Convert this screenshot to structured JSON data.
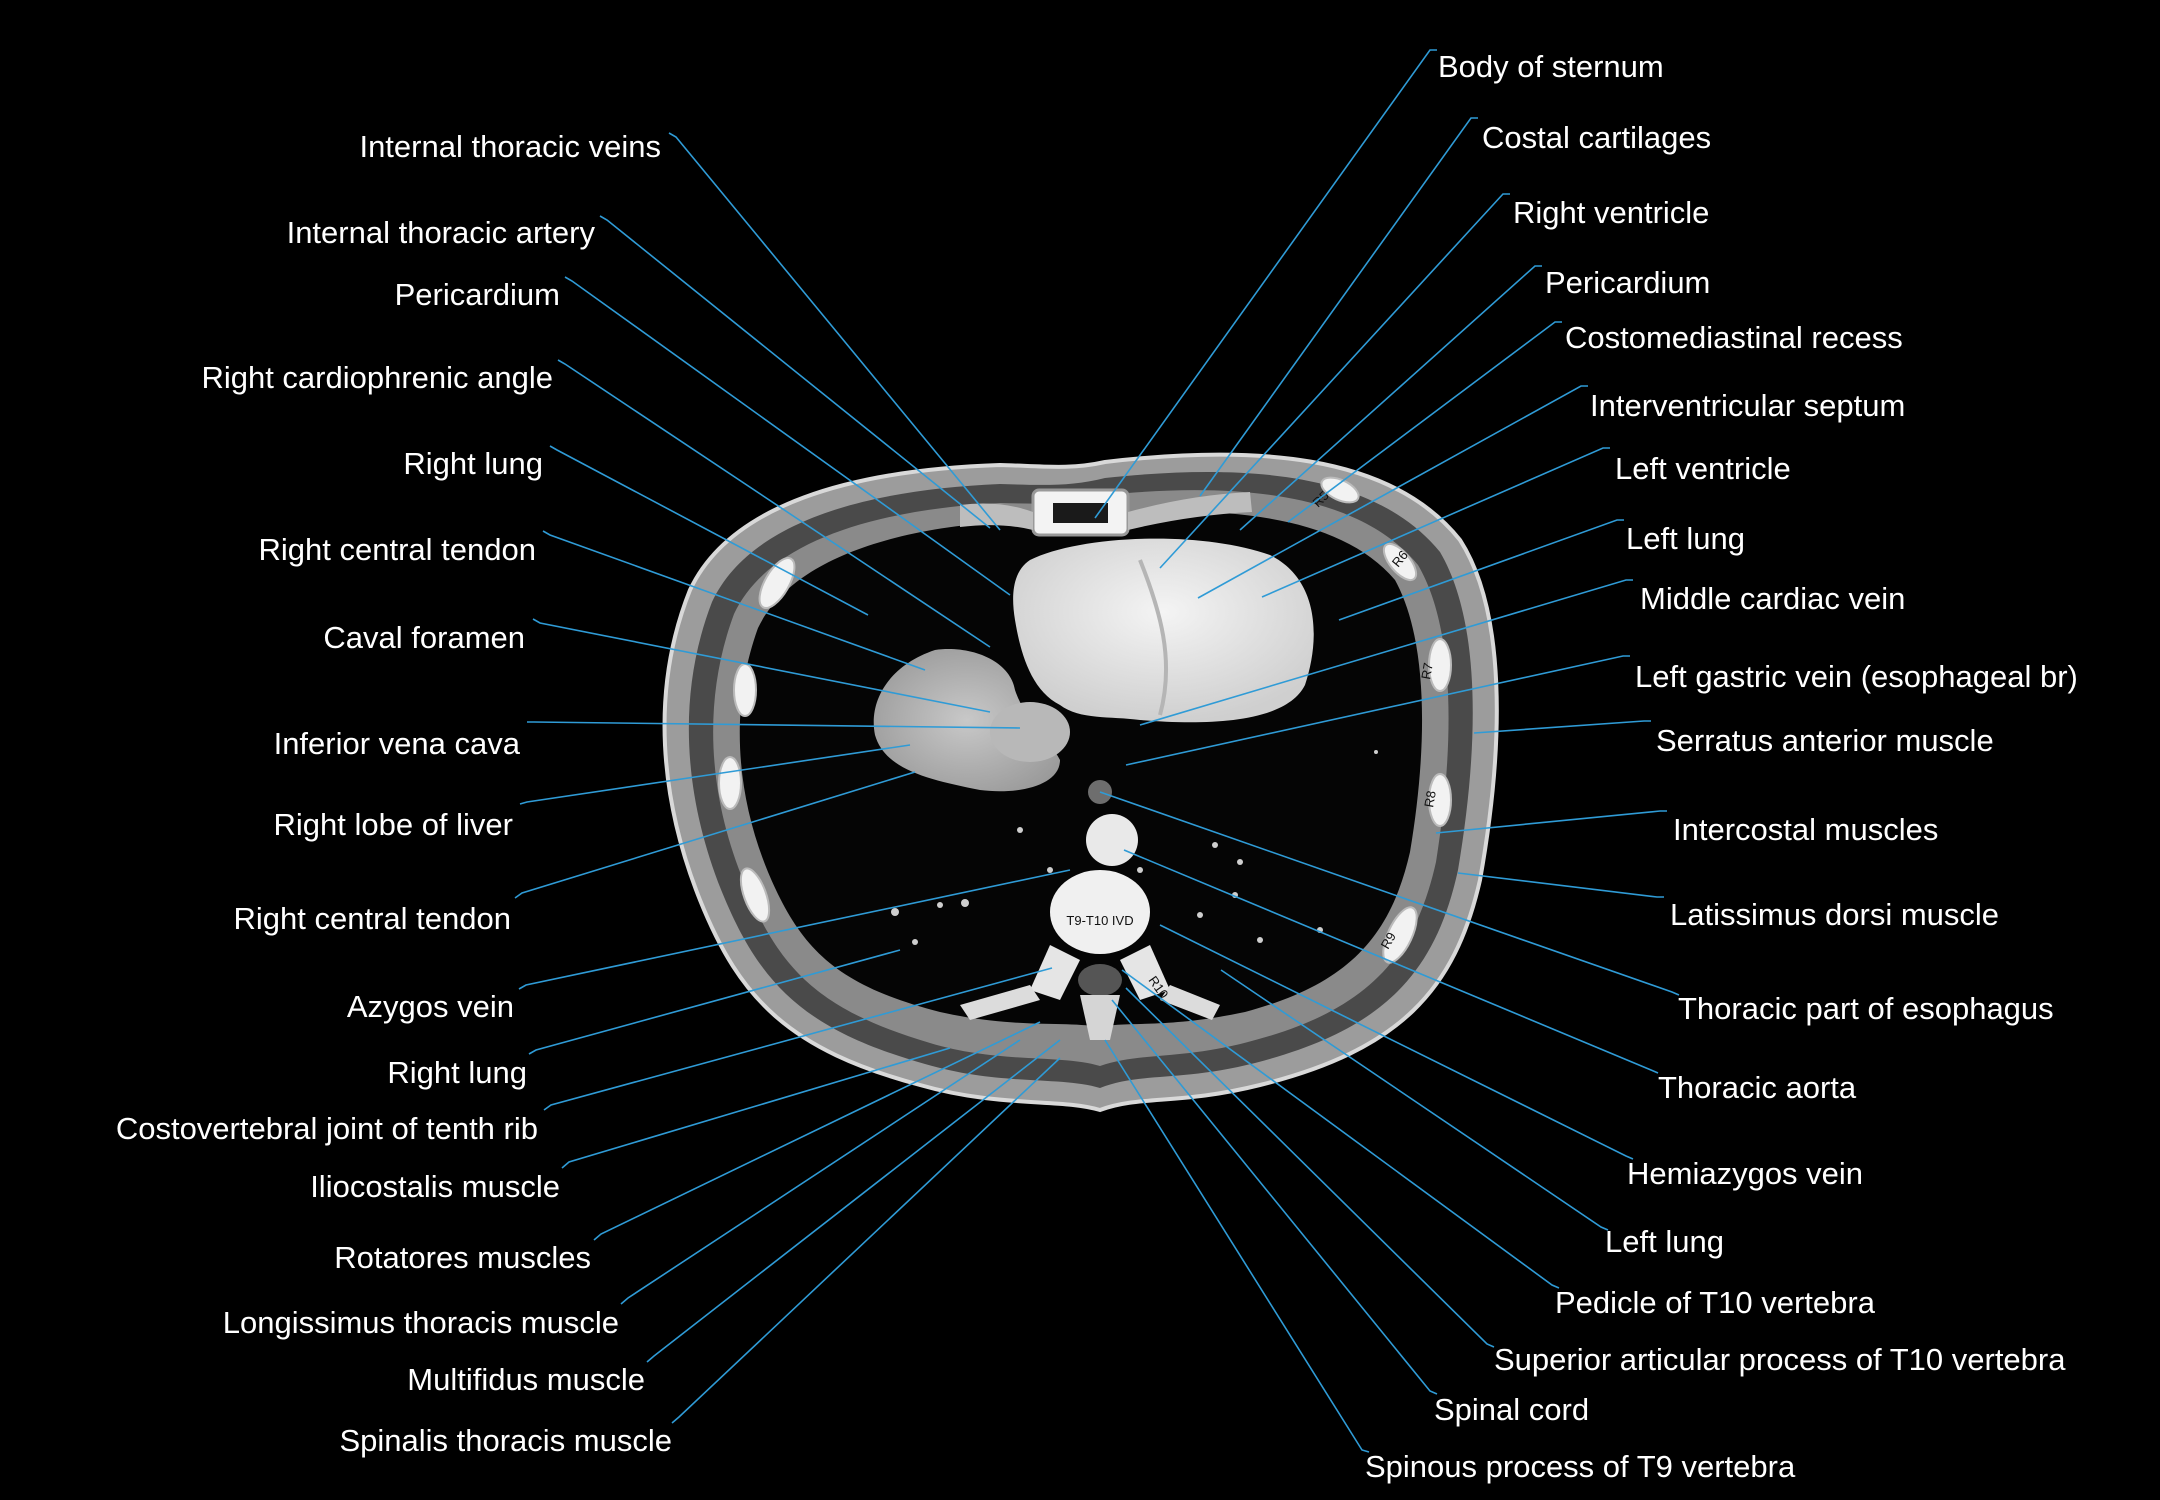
{
  "vertebra_marker": "T9-T10 IVD",
  "rib_markers": [
    "R5",
    "R6",
    "R7",
    "R8",
    "R9",
    "R10"
  ],
  "colors": {
    "leader": "#2f9bd6",
    "background": "#000000",
    "label": "#ffffff"
  },
  "left_labels": [
    "Internal thoracic veins",
    "Internal thoracic artery",
    "Pericardium",
    "Right cardiophrenic angle",
    "Right lung",
    "Right central tendon",
    "Caval foramen",
    "Inferior vena cava",
    "Right lobe of liver",
    "Right central tendon",
    "Azygos vein",
    "Right lung",
    "Costovertebral joint of tenth rib",
    "Iliocostalis muscle",
    "Rotatores muscles",
    "Longissimus thoracis muscle",
    "Multifidus muscle",
    "Spinalis thoracis muscle"
  ],
  "right_labels": [
    "Body of sternum",
    "Costal cartilages",
    "Right ventricle",
    "Pericardium",
    "Costomediastinal recess",
    "Interventricular septum",
    "Left ventricle",
    "Left lung",
    "Middle cardiac vein",
    "Left gastric vein (esophageal br)",
    "Serratus anterior muscle",
    "Intercostal muscles",
    "Latissimus dorsi muscle",
    "Thoracic part of esophagus",
    "Thoracic aorta",
    "Hemiazygos vein",
    "Left lung",
    "Pedicle of T10 vertebra",
    "Superior articular process of T10 vertebra",
    "Spinal cord",
    "Spinous process of T9 vertebra"
  ]
}
